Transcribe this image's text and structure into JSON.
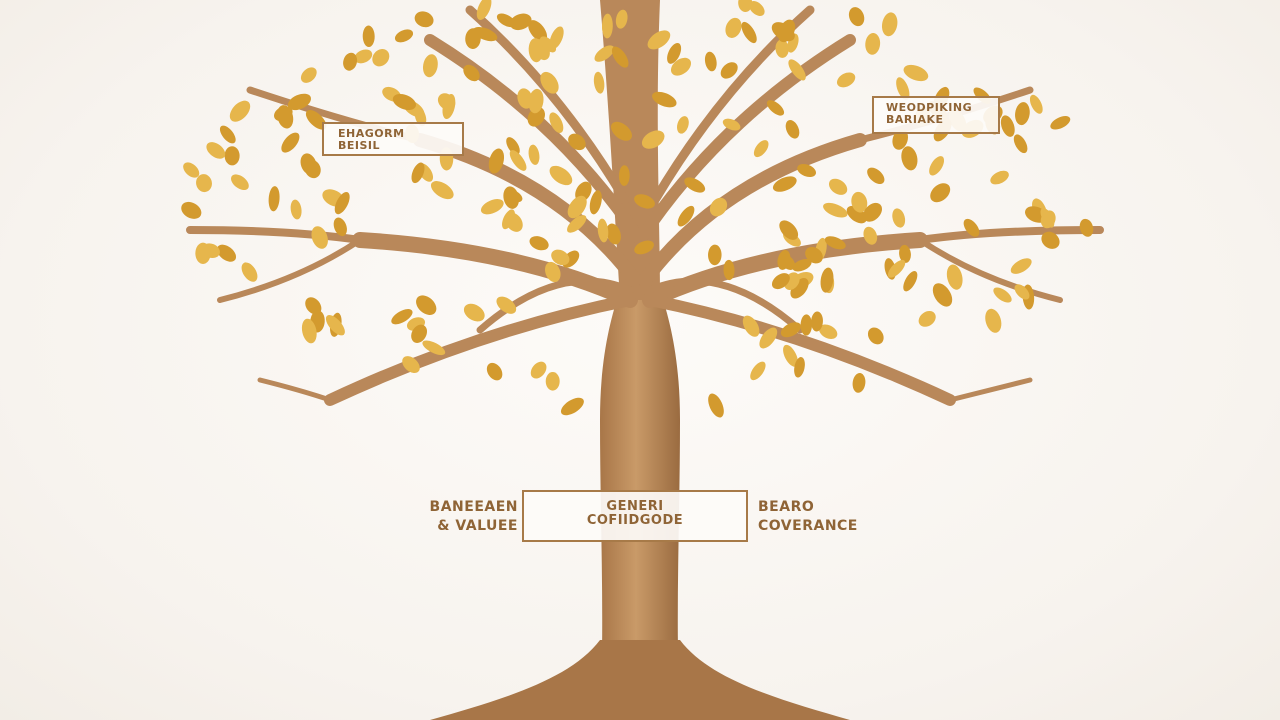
{
  "colors": {
    "background": "#f7f3ee",
    "trunk": "#b9885a",
    "trunk_dark": "#9a6b40",
    "leaf": "#e6b64c",
    "leaf_dark": "#d39a2e",
    "label_border": "#a77a48",
    "label_text": "#8f6436"
  },
  "labels": {
    "upper_left": {
      "line1": "EHAGORM",
      "line2": "BEISIL"
    },
    "upper_right": {
      "line1": "WEODPIKING",
      "line2": "BARIAKE"
    },
    "center": {
      "line1": "GENERI",
      "line2": "COFIIDGODE"
    },
    "left": {
      "line1": "BANEEAEN",
      "line2": "& VALUEE"
    },
    "right": {
      "line1": "BEARO",
      "line2": "COVERANCE"
    }
  }
}
